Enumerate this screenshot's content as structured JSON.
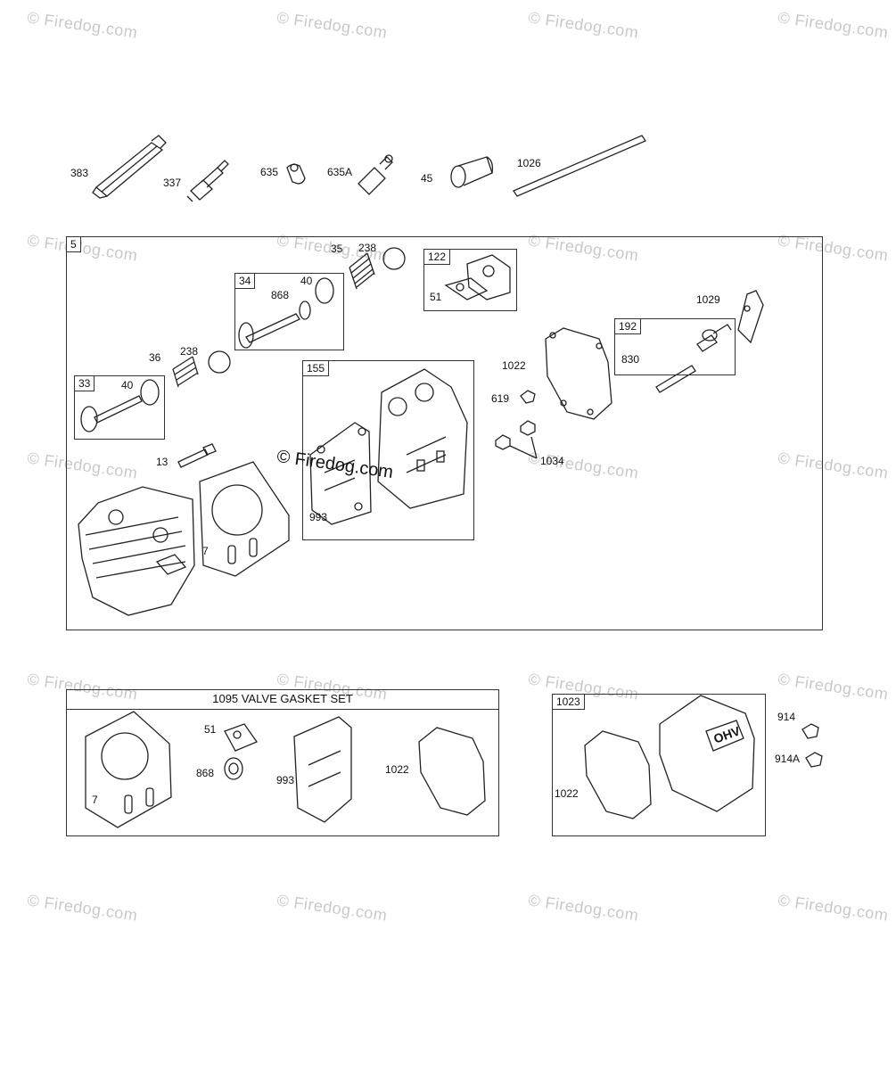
{
  "watermark": "© Firedog.com",
  "center_watermark": "© Firedog.com",
  "labels": {
    "p383": "383",
    "p337": "337",
    "p635": "635",
    "p635A": "635A",
    "p45": "45",
    "p1026": "1026",
    "box5": "5",
    "p35": "35",
    "p238a": "238",
    "box122": "122",
    "p51a": "51",
    "box34": "34",
    "p868a": "868",
    "p40a": "40",
    "p1029": "1029",
    "box192": "192",
    "p830": "830",
    "p36": "36",
    "p238b": "238",
    "box155": "155",
    "p1022a": "1022",
    "box33": "33",
    "p40b": "40",
    "p619": "619",
    "p13": "13",
    "p1034": "1034",
    "p993a": "993",
    "p7a": "7",
    "kit_title": "1095 VALVE GASKET SET",
    "p51b": "51",
    "p868b": "868",
    "p993b": "993",
    "p1022b": "1022",
    "p7b": "7",
    "box1023": "1023",
    "p1022c": "1022",
    "p914": "914",
    "p914A": "914A",
    "cover_logo": "OHV"
  }
}
